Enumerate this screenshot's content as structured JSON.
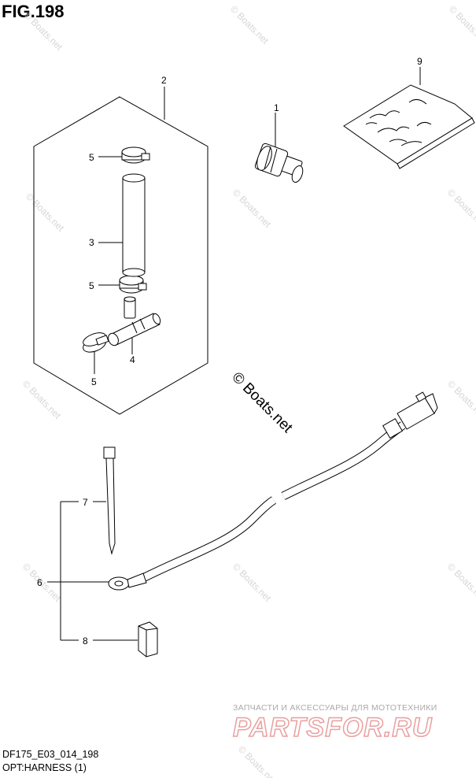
{
  "figure": {
    "title": "FIG.198"
  },
  "footer": {
    "model_code": "DF175_E03_014_198",
    "subtitle": "OPT:HARNESS (1)"
  },
  "callouts": [
    "1",
    "2",
    "3",
    "4",
    "5",
    "5",
    "5",
    "6",
    "7",
    "8",
    "9"
  ],
  "watermark": {
    "text": "© Boats.net",
    "small_text": "© Boats.net"
  },
  "brand": {
    "tagline": "ЗАПЧАСТИ И АКСЕССУАРЫ ДЛЯ МОТОТЕХНИКИ",
    "logo": "PARTSFOR.RU"
  },
  "colors": {
    "line": "#000000",
    "watermark": "#d6d6d6",
    "brand": "#e8a0a0"
  }
}
